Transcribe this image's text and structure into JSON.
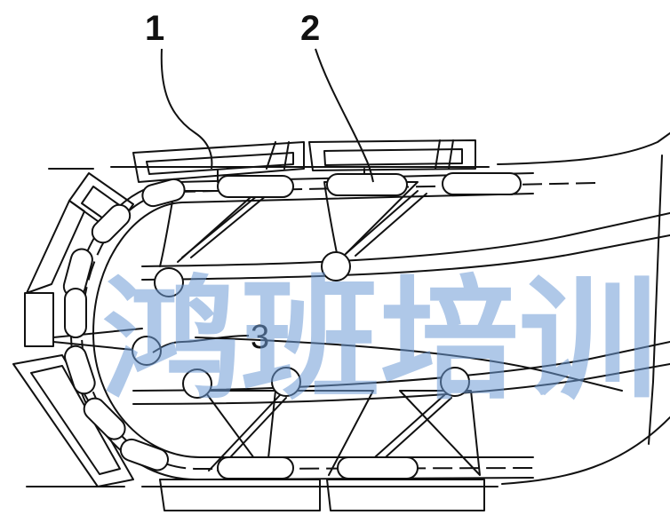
{
  "figure": {
    "callouts": [
      {
        "id": "1",
        "label": "1"
      },
      {
        "id": "2",
        "label": "2"
      },
      {
        "id": "3",
        "label": "3"
      }
    ],
    "watermark": "鸿班培训"
  },
  "colors": {
    "line": "#111111",
    "watermark": "#6d9ad6",
    "background": "#ffffff"
  }
}
